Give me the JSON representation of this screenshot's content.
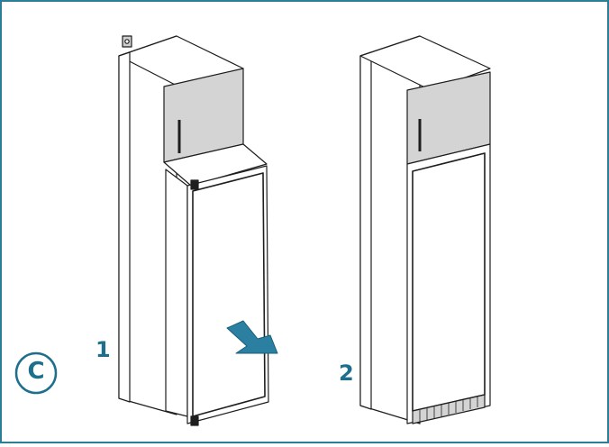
{
  "figure": {
    "badge_letter": "C",
    "step_labels": [
      "1",
      "2"
    ]
  },
  "colors": {
    "frame_border": "#2a7e96",
    "accent_text": "#1d6f8c",
    "line": "#1e1e1e",
    "cabinet_fill": "#ffffff",
    "wall_cabinet_front": "#d4d4d4",
    "wall_cabinet_top": "#e8e8e8",
    "arrow_fill": "#2b7fa0",
    "arrow_dark": "#1b5d78",
    "side_shade": "#f3f3f3"
  },
  "icons": {
    "badge": "circle-letter-badge",
    "arrow": "push-arrow-icon",
    "wall_socket": "wall-socket-icon",
    "vent": "ventilation-grille-icon"
  }
}
